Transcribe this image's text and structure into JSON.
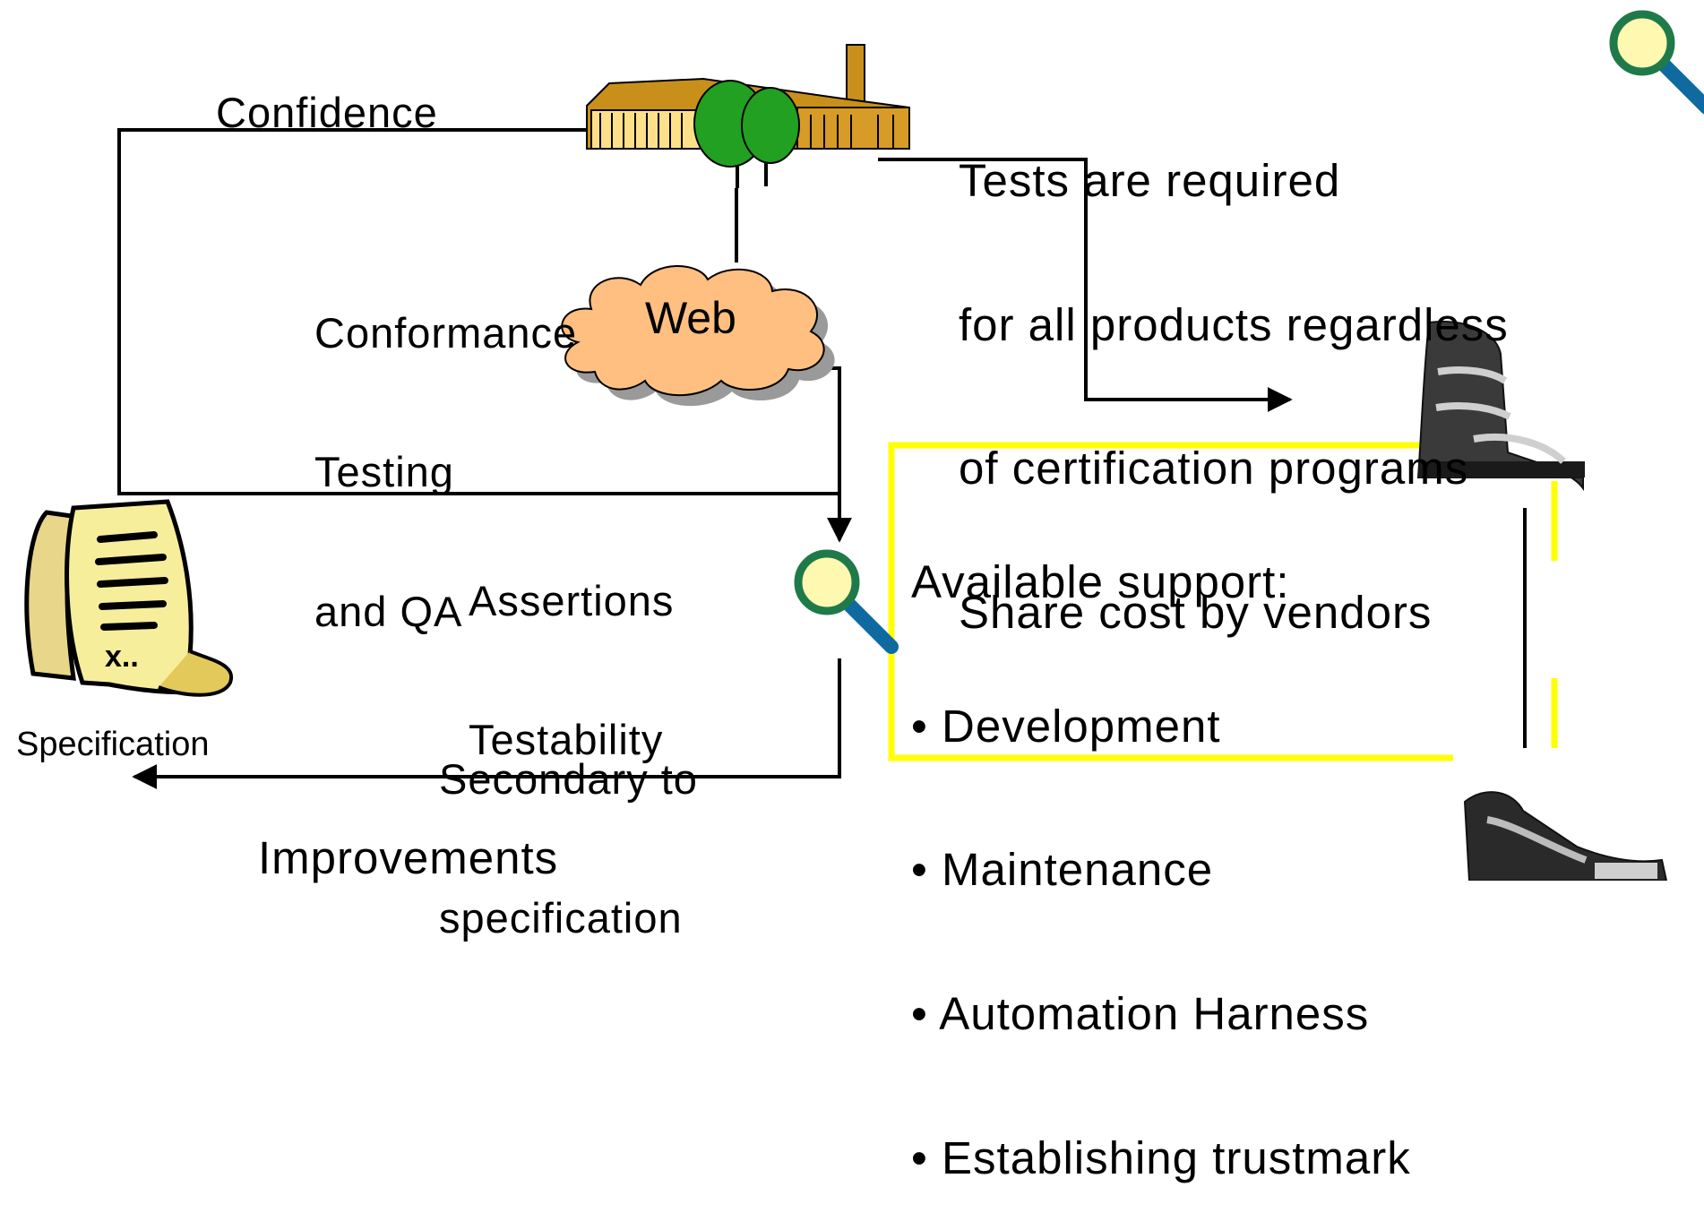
{
  "labels": {
    "confidence": "Confidence",
    "conformance": [
      "Conformance",
      "Testing",
      "and QA"
    ],
    "web": "Web",
    "tests_required": [
      "Tests are required",
      "for all products regardless",
      "of certification programs",
      "Share cost by vendors"
    ],
    "assertions": [
      "Assertions",
      "Testability"
    ],
    "secondary": [
      "Secondary to",
      "specification"
    ],
    "specification": "Specification",
    "improvements": "Improvements",
    "available_support_title": "Available support:",
    "available_support_items": [
      "Development",
      "Maintenance",
      "Automation Harness",
      "Establishing trustmark"
    ]
  },
  "colors": {
    "support_border": "#ffff00",
    "cloud_fill": "#ffbf80",
    "building": "#c8901a",
    "tree": "#21a021",
    "paper": "#f7ee9c",
    "lens": "#fff8b0",
    "lens_ring": "#1f7a4a"
  },
  "icons": {
    "building": "factory-building-icon",
    "cloud": "cloud-icon",
    "document": "document-scroll-icon",
    "magnifier": "magnifier-icon",
    "boot": "ski-boot-icon",
    "binding": "ski-binding-icon"
  }
}
